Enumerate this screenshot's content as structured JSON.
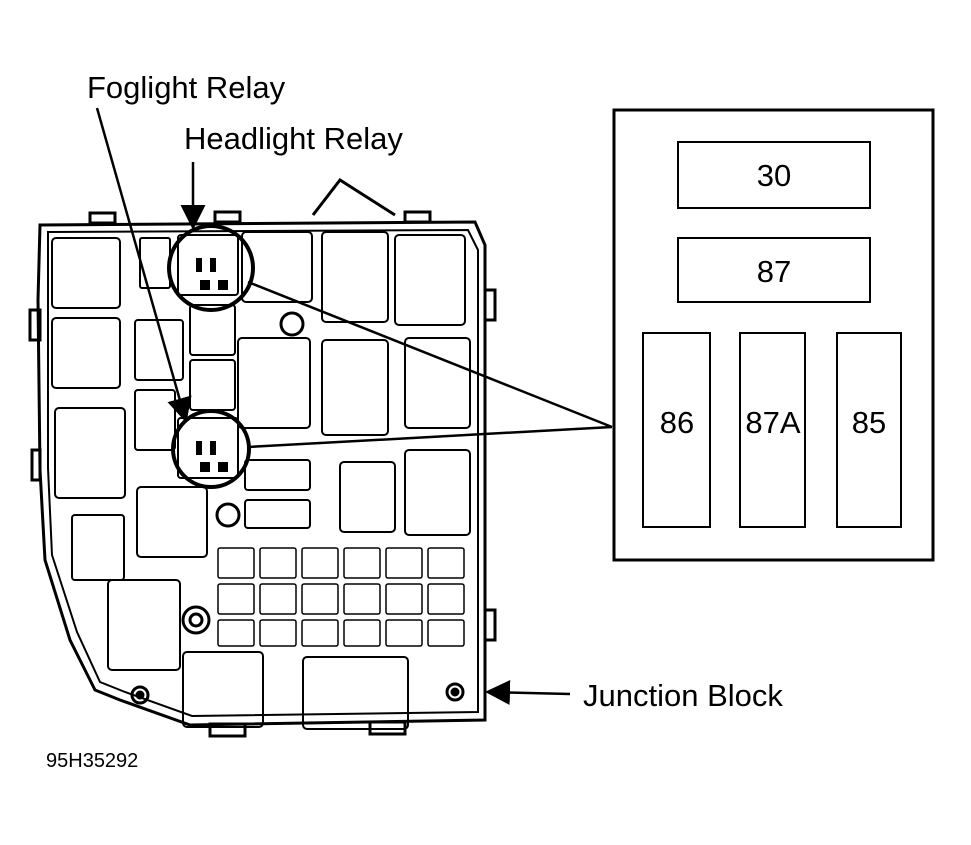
{
  "labels": {
    "foglight_relay": "Foglight Relay",
    "headlight_relay": "Headlight Relay",
    "junction_block": "Junction Block",
    "figure_code": "95H35292"
  },
  "relay_pinout": {
    "pins": [
      "30",
      "87",
      "86",
      "87A",
      "85"
    ]
  },
  "colors": {
    "line": "#000000",
    "background": "#ffffff"
  }
}
